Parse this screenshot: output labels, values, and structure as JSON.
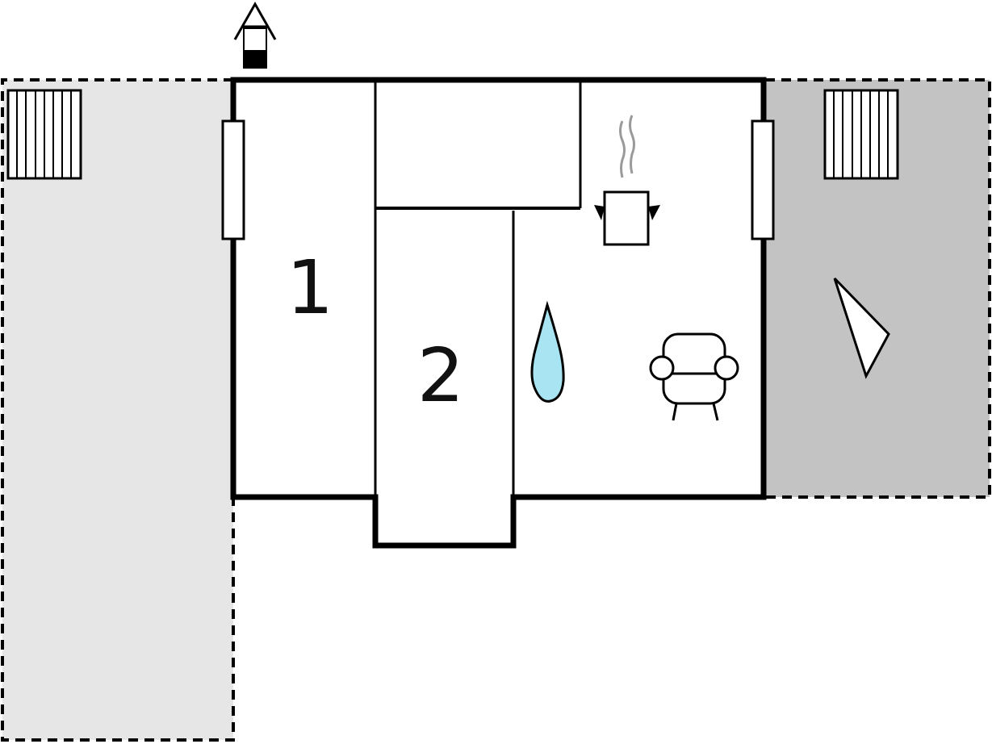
{
  "floorplan": {
    "rooms": [
      {
        "id": "bedroom-1",
        "label": "1"
      },
      {
        "id": "bedroom-2",
        "label": "2"
      }
    ],
    "icons": {
      "north_indicator": "north-arrow-icon",
      "terrace_furniture_left": "garden-bench-icon",
      "terrace_furniture_right": "garden-bench-icon",
      "kitchen": "cooking-pot-icon",
      "bathroom": "water-drop-icon",
      "living": "armchair-icon",
      "terrace_right": "triangle-icon"
    },
    "colors": {
      "walls": "#000000",
      "terrace_left": "#e6e6e6",
      "terrace_right": "#c3c3c3",
      "water_drop": "#a9e4f2",
      "steam": "#9a9a9a"
    }
  }
}
